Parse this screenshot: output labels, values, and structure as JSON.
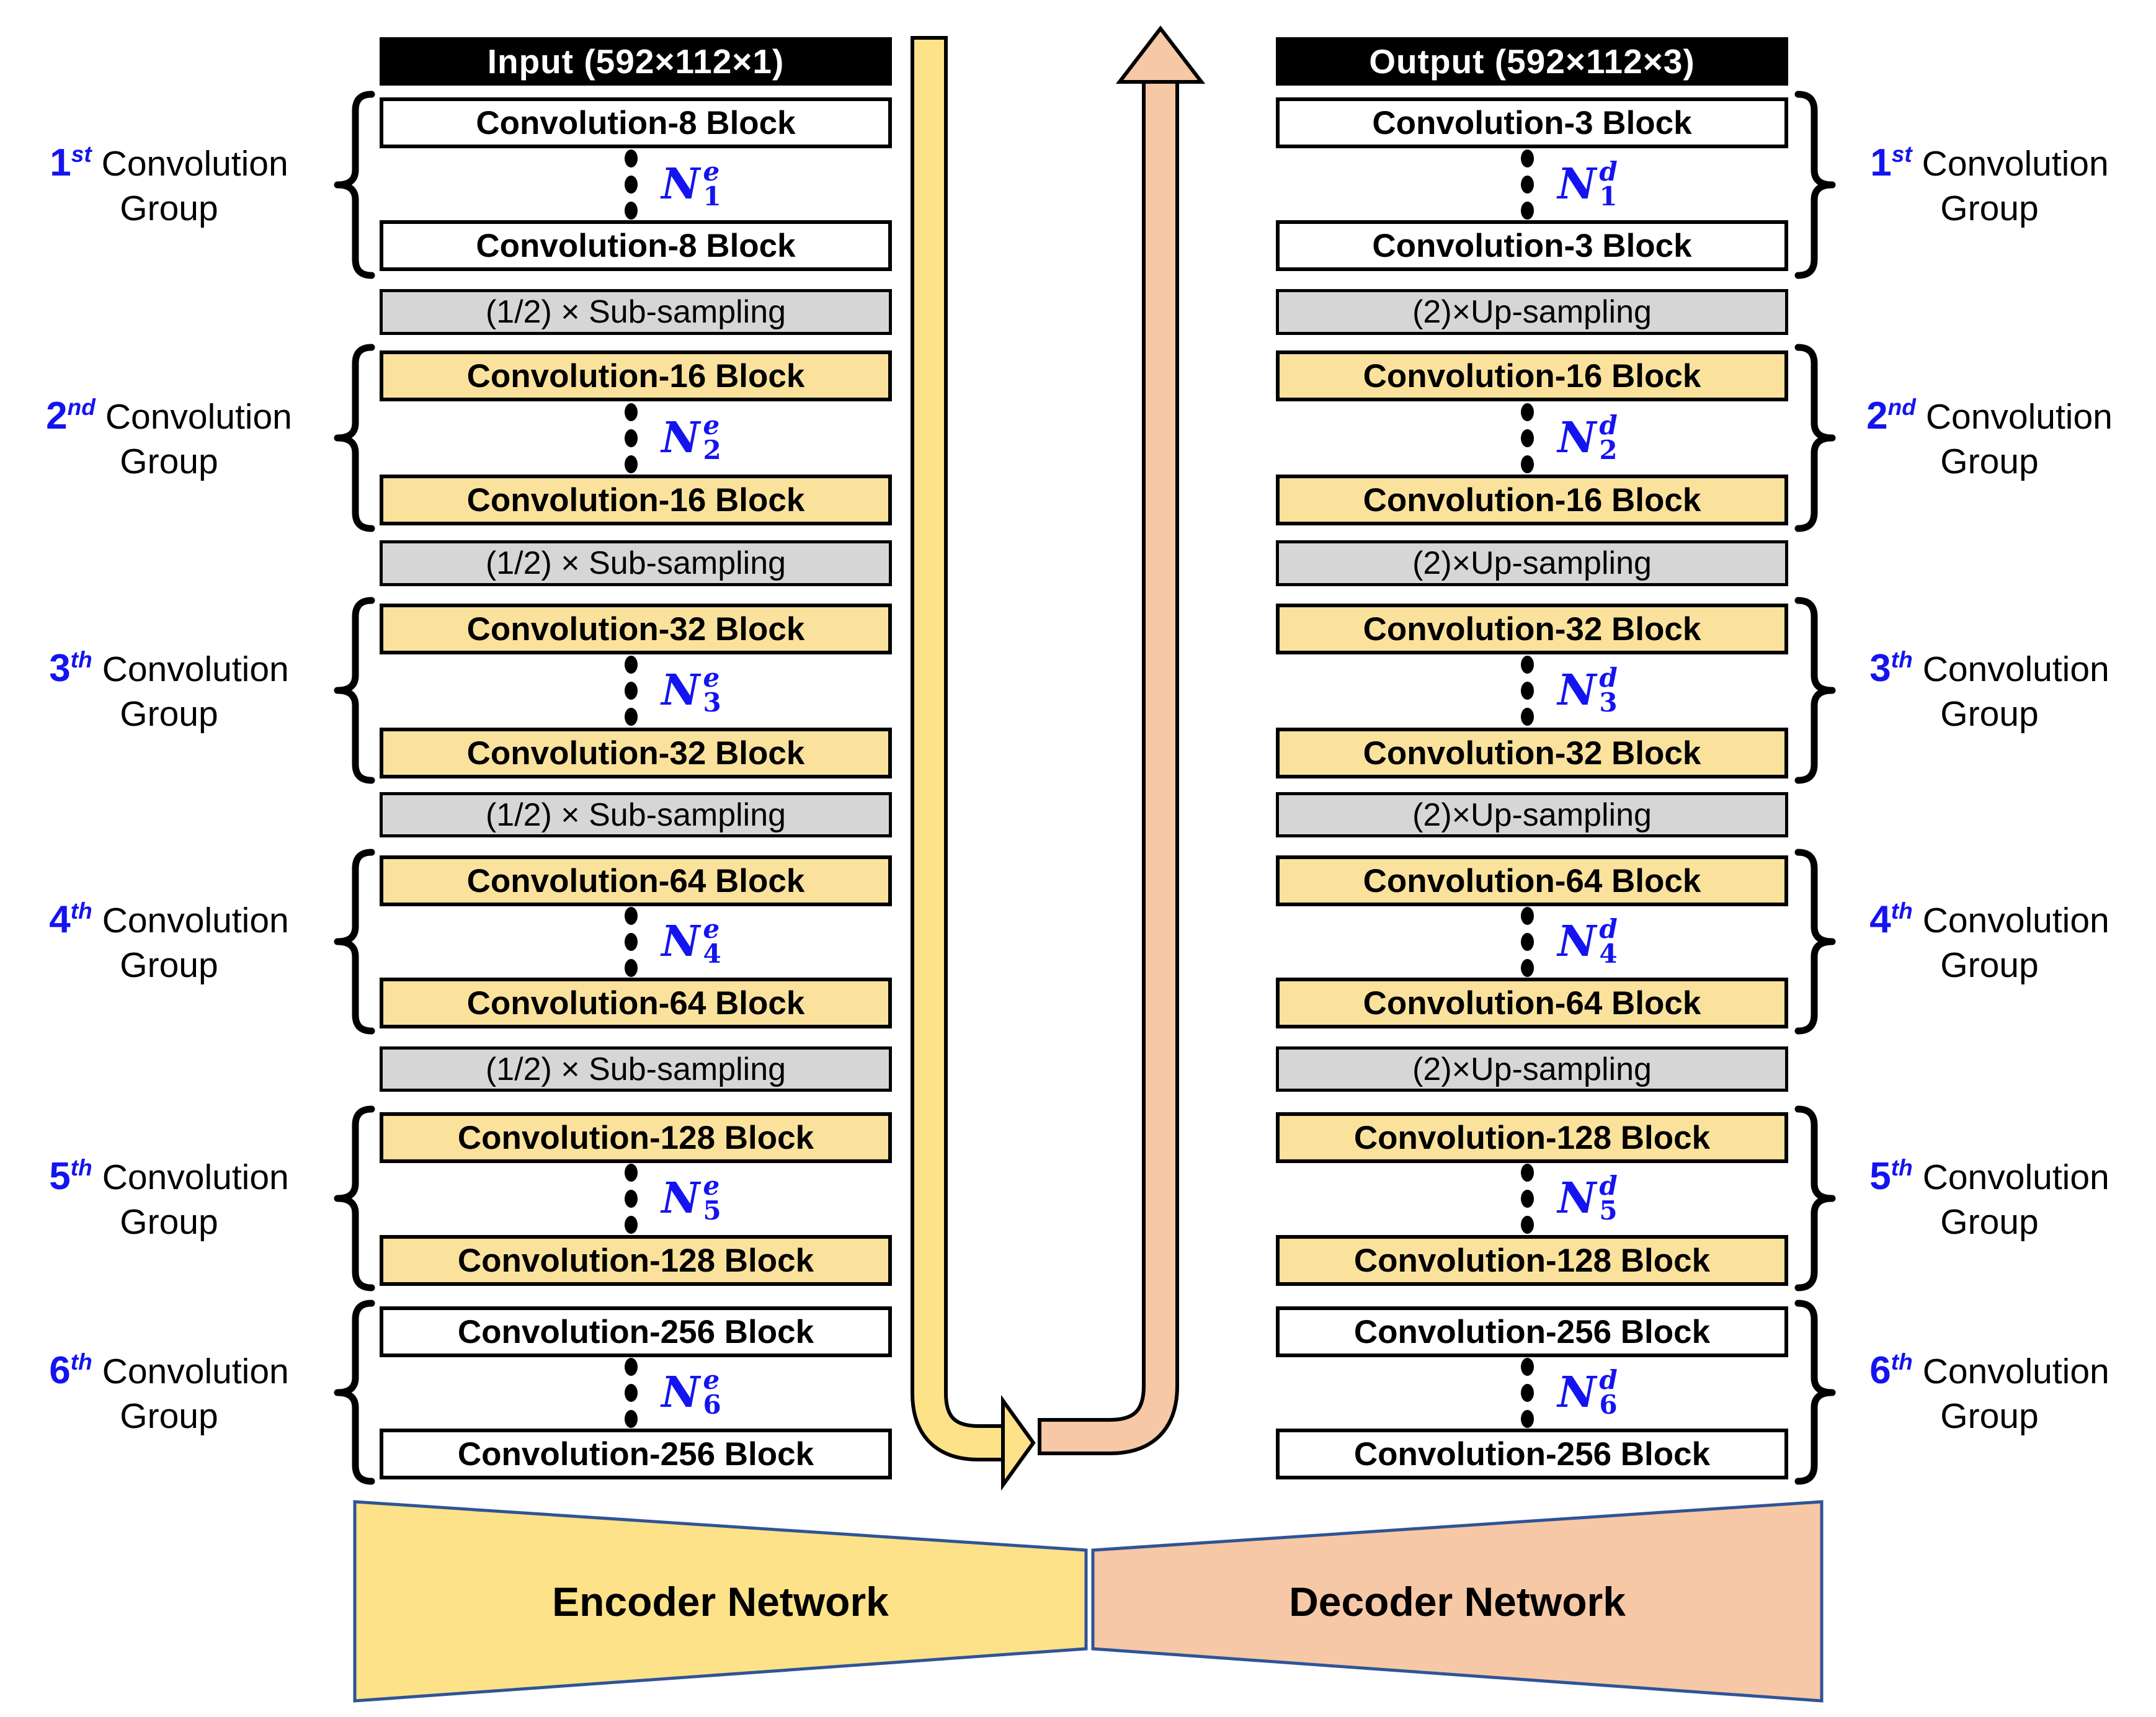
{
  "headers": {
    "input": "Input (592×112×1)",
    "output": "Output (592×112×3)"
  },
  "encoder": {
    "sub_label": "(1/2) × Sub-sampling",
    "n_letter": "N",
    "n_sup": "e",
    "groups": [
      {
        "block": "Convolution-8 Block",
        "n_index": "1"
      },
      {
        "block": "Convolution-16 Block",
        "n_index": "2"
      },
      {
        "block": "Convolution-32 Block",
        "n_index": "3"
      },
      {
        "block": "Convolution-64 Block",
        "n_index": "4"
      },
      {
        "block": "Convolution-128 Block",
        "n_index": "5"
      },
      {
        "block": "Convolution-256 Block",
        "n_index": "6"
      }
    ],
    "network_label": "Encoder Network"
  },
  "decoder": {
    "up_label": "(2)×Up-sampling",
    "n_letter": "N",
    "n_sup": "d",
    "groups": [
      {
        "block": "Convolution-3 Block",
        "n_index": "1"
      },
      {
        "block": "Convolution-16 Block",
        "n_index": "2"
      },
      {
        "block": "Convolution-32 Block",
        "n_index": "3"
      },
      {
        "block": "Convolution-64 Block",
        "n_index": "4"
      },
      {
        "block": "Convolution-128 Block",
        "n_index": "5"
      },
      {
        "block": "Convolution-256 Block",
        "n_index": "6"
      }
    ],
    "network_label": "Decoder Network"
  },
  "group_labels": [
    {
      "ordinal": "1",
      "suffix": "st",
      "text": "Convolution",
      "text2": "Group"
    },
    {
      "ordinal": "2",
      "suffix": "nd",
      "text": "Convolution",
      "text2": "Group"
    },
    {
      "ordinal": "3",
      "suffix": "th",
      "text": "Convolution",
      "text2": "Group"
    },
    {
      "ordinal": "4",
      "suffix": "th",
      "text": "Convolution",
      "text2": "Group"
    },
    {
      "ordinal": "5",
      "suffix": "th",
      "text": "Convolution",
      "text2": "Group"
    },
    {
      "ordinal": "6",
      "suffix": "th",
      "text": "Convolution",
      "text2": "Group"
    }
  ],
  "colors": {
    "block_yellow": "#fbe29c",
    "stage_gray": "#d6d6d6",
    "flow_yellow": "#fde289",
    "flow_orange": "#f6c8a6",
    "trapezoid_border": "#2f5496",
    "math_blue": "#1414f0",
    "header_bg": "#000000",
    "header_text": "#ffffff"
  }
}
